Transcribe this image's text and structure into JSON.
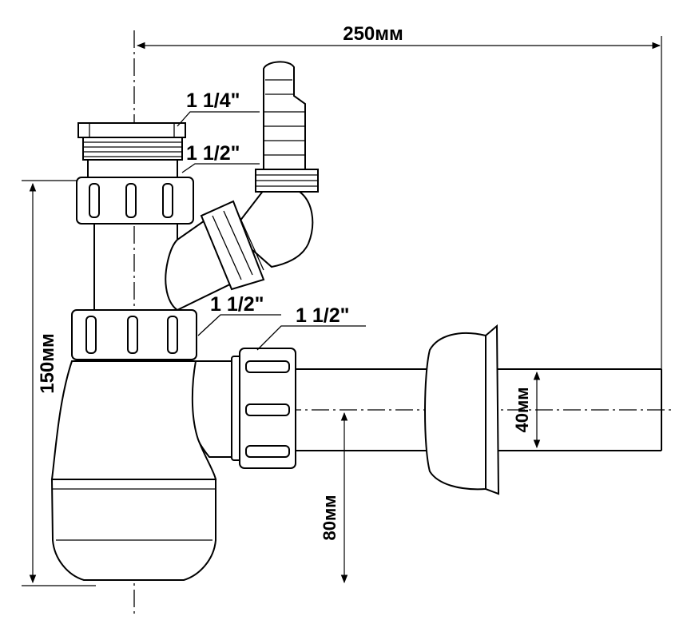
{
  "diagram": {
    "dimensions": {
      "width_total": "250мм",
      "height_total": "150мм",
      "outlet_diameter": "40мм",
      "outlet_height": "80мм"
    },
    "thread_labels": {
      "top_nut": "1 1/4\"",
      "upper_nut": "1 1/2\"",
      "side_inlet": "1 1/2\"",
      "outlet_nut": "1 1/2\""
    }
  }
}
